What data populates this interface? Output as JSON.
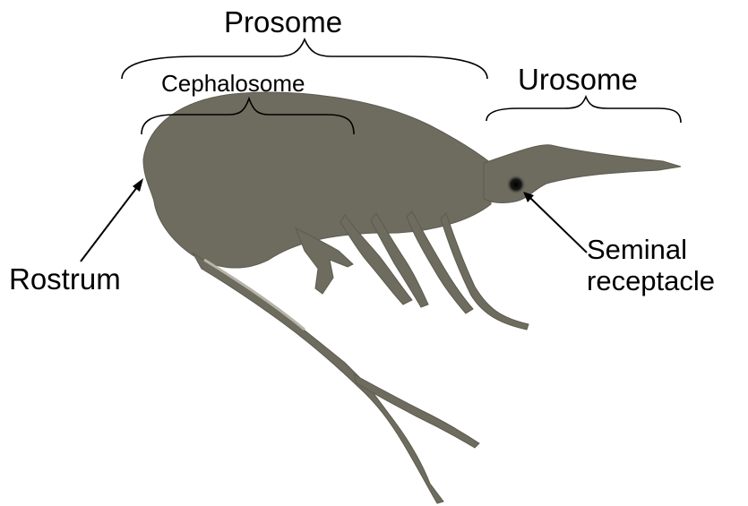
{
  "diagram": {
    "labels": {
      "prosome": "Prosome",
      "cephalosome": "Cephalosome",
      "urosome": "Urosome",
      "rostrum": "Rostrum",
      "seminal_receptacle_line1": "Seminal",
      "seminal_receptacle_line2": "receptacle"
    },
    "colors": {
      "body": "#6e6c5f",
      "body_edge": "#5d5b4f",
      "receptacle": "#0a0a0a",
      "ink": "#000000",
      "background": "#ffffff"
    }
  }
}
